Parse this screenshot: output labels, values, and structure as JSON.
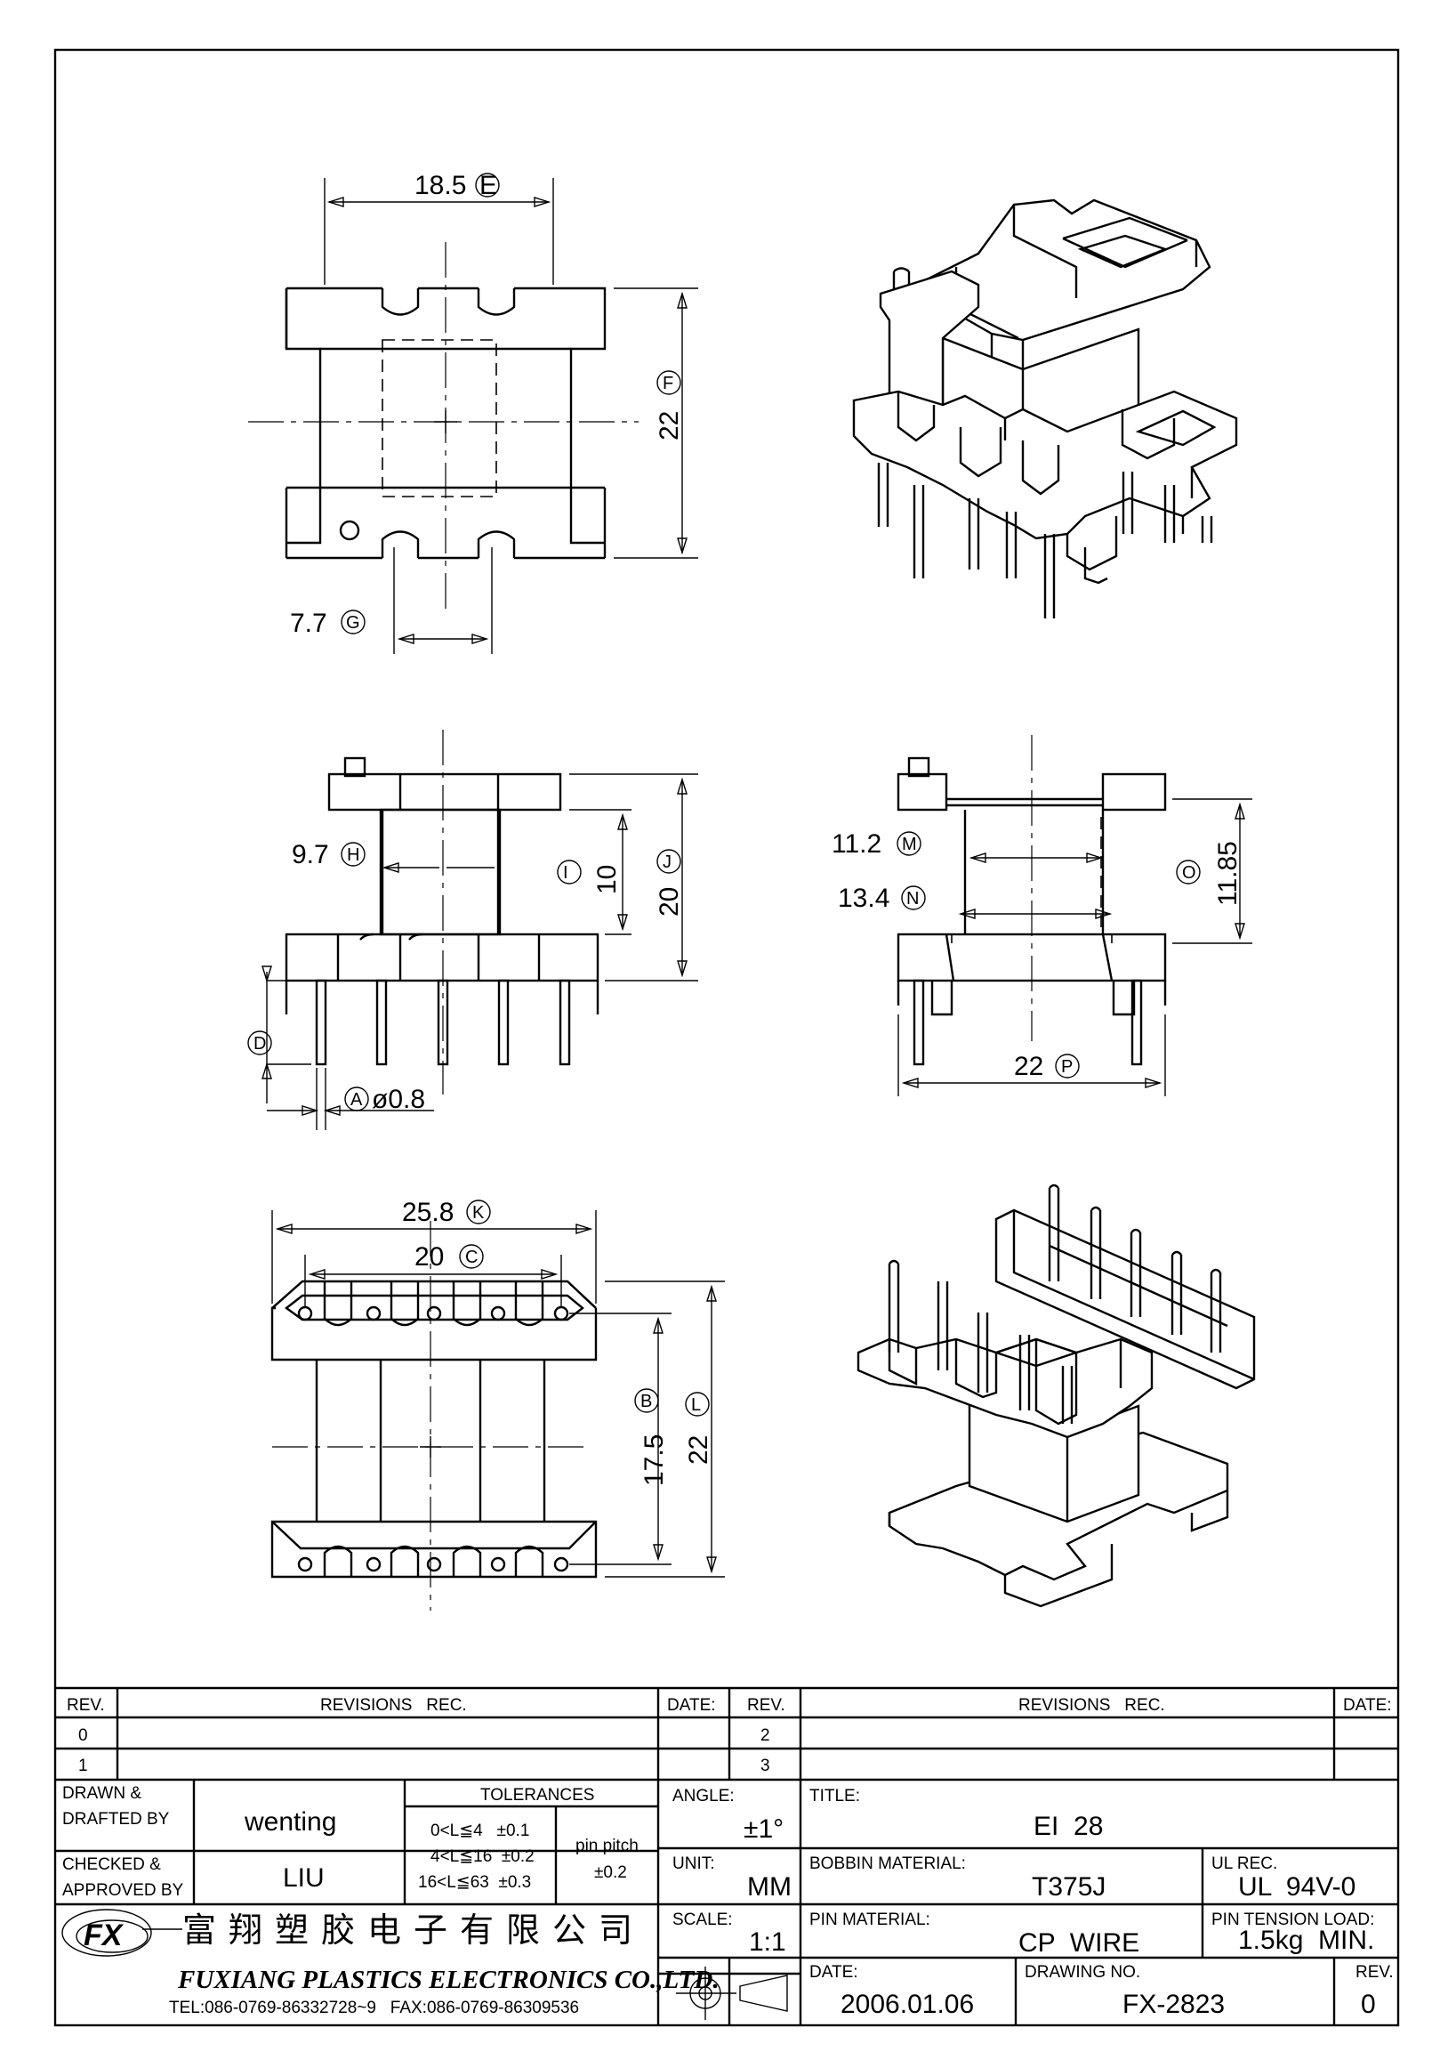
{
  "dimensions": {
    "width_E": "18.5",
    "height_F": "22",
    "width_G": "7.7",
    "width_H": "9.7",
    "height_I": "10",
    "height_J": "20",
    "pin_A": "ø0.8",
    "width_M": "11.2",
    "width_N": "13.4",
    "height_O": "11.85",
    "width_P": "22",
    "width_K": "25.8",
    "width_C": "20",
    "height_B": "17.5",
    "height_L": "22"
  },
  "dim_letters": {
    "E": "E",
    "F": "F",
    "G": "G",
    "H": "H",
    "I": "I",
    "J": "J",
    "A": "A",
    "D": "D",
    "M": "M",
    "N": "N",
    "O": "O",
    "P": "P",
    "K": "K",
    "C": "C",
    "B": "B",
    "L": "L"
  },
  "revisions": {
    "rev_header": "REV.",
    "rec_header": "REVISIONS   REC.",
    "date_header": "DATE:",
    "rows_left": [
      "0",
      "1"
    ],
    "rows_right": [
      "2",
      "3"
    ]
  },
  "title_block": {
    "drawn_label": "DRAWN &\nDRAFTED BY",
    "drawn_label_1": "DRAWN &",
    "drawn_label_2": "DRAFTED BY",
    "drawn_value": "wenting",
    "checked_label_1": "CHECKED &",
    "checked_label_2": "APPROVED BY",
    "checked_value": "LIU",
    "tolerances_label": "TOLERANCES",
    "tol_rows": [
      "0<L≦4   ±0.1",
      "4<L≦16  ±0.2",
      "16<L≦63  ±0.3"
    ],
    "pin_pitch_label": "pin pitch",
    "pin_pitch_value": "±0.2",
    "angle_label": "ANGLE:",
    "angle_value": "±1°",
    "unit_label": "UNIT:",
    "unit_value": "MM",
    "scale_label": "SCALE:",
    "scale_value": "1:1",
    "title_label": "TITLE:",
    "title_value": "EI  28",
    "bobbin_label": "BOBBIN MATERIAL:",
    "bobbin_value": "T375J",
    "ul_label": "UL REC.",
    "ul_value": "UL  94V-0",
    "pin_material_label": "PIN MATERIAL:",
    "pin_material_value": "CP  WIRE",
    "pin_tension_label": "PIN TENSION LOAD:",
    "pin_tension_value": "1.5kg  MIN.",
    "date_label": "DATE:",
    "date_value": "2006.01.06",
    "drawing_no_label": "DRAWING NO.",
    "drawing_no_value": "FX-2823",
    "rev_label": "REV.",
    "rev_value": "0"
  },
  "company": {
    "logo_text": "FX",
    "name_cn": "富翔塑胶电子有限公司",
    "name_en": "FUXIANG PLASTICS ELECTRONICS CO.,LTD.",
    "contact": "TEL:086-0769-86332728~9   FAX:086-0769-86309536"
  }
}
